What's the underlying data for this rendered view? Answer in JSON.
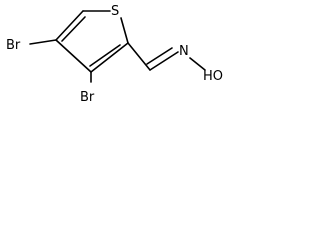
{
  "molecule": {
    "atoms": {
      "sulfur": "S",
      "bromine_top": "Br",
      "bromine_bottom": "Br",
      "nitrogen": "N",
      "hydroxyl": "HO"
    }
  }
}
